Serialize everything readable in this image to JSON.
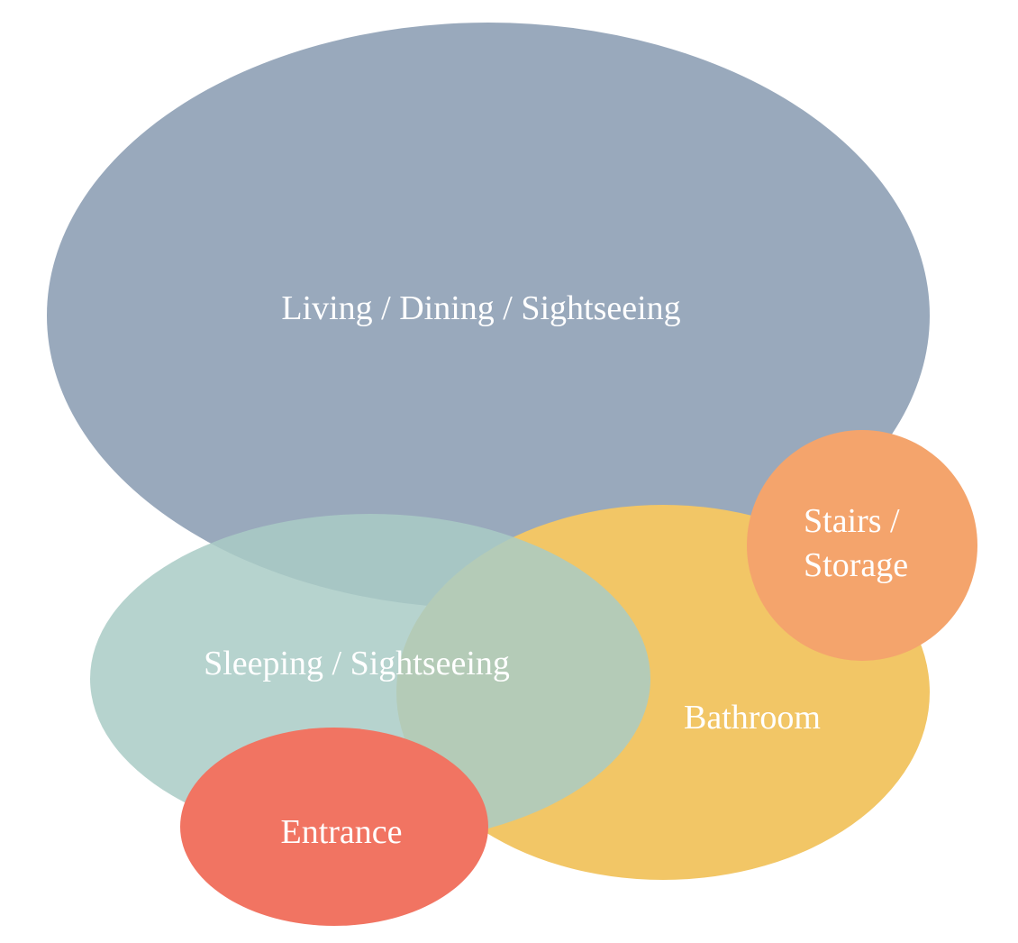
{
  "zones": {
    "living": {
      "label": "Living / Dining / Sightseeing",
      "color": "#8b9db3"
    },
    "bathroom": {
      "label": "Bathroom",
      "color": "#f2c666"
    },
    "sleeping": {
      "label": "Sleeping / Sightseeing",
      "color": "#a9cbc6"
    },
    "stairs": {
      "label_line1": "Stairs /",
      "label_line2": "Storage",
      "color": "#f4a46c"
    },
    "entrance": {
      "label": "Entrance",
      "color": "#f17462"
    }
  }
}
